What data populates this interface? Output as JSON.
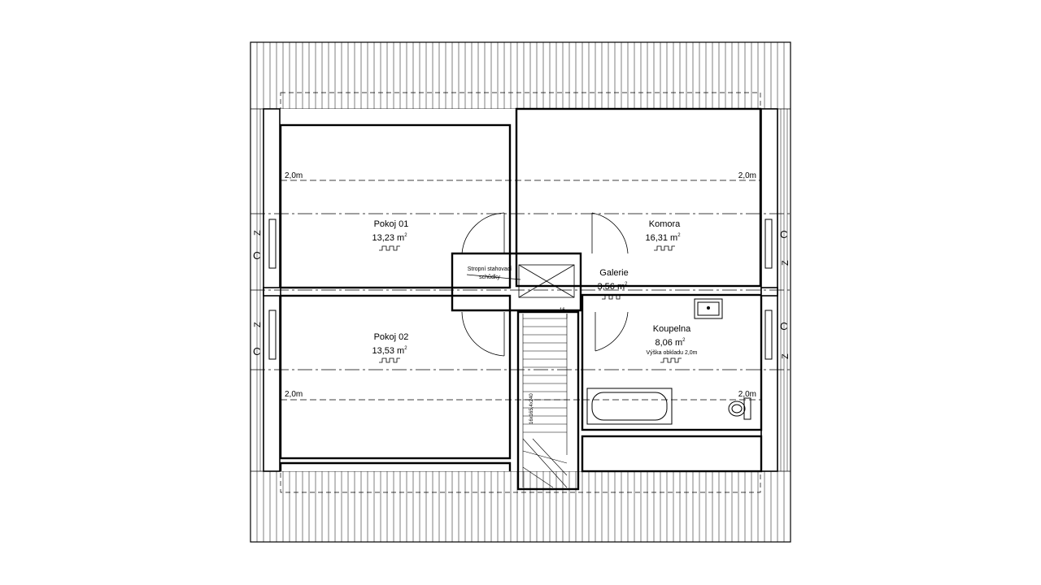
{
  "rooms": {
    "pokoj01": {
      "name": "Pokoj 01",
      "area_num": "13,23 m",
      "area_exp": "2"
    },
    "pokoj02": {
      "name": "Pokoj 02",
      "area_num": "13,53 m",
      "area_exp": "2"
    },
    "komora": {
      "name": "Komora",
      "area_num": "16,31 m",
      "area_exp": "2"
    },
    "galerie": {
      "name": "Galerie",
      "area_num": "3,56 m",
      "area_exp": "2"
    },
    "koupelna": {
      "name": "Koupelna",
      "area_num": "8,06 m",
      "area_exp": "2",
      "note": "Výška obkladu 2,0m"
    }
  },
  "ladder": {
    "line1": "Stropní stahovací",
    "line2": "schůdky"
  },
  "stairs": {
    "label": "16x165,4x240",
    "step_count": "16"
  },
  "levels": {
    "tl": "2,0m",
    "tr": "2,0m",
    "bl": "2,0m",
    "br": "2,0m"
  },
  "window_marks": {
    "c": "C",
    "z": "Z"
  },
  "colors": {
    "line": "#000000",
    "background": "#ffffff"
  }
}
